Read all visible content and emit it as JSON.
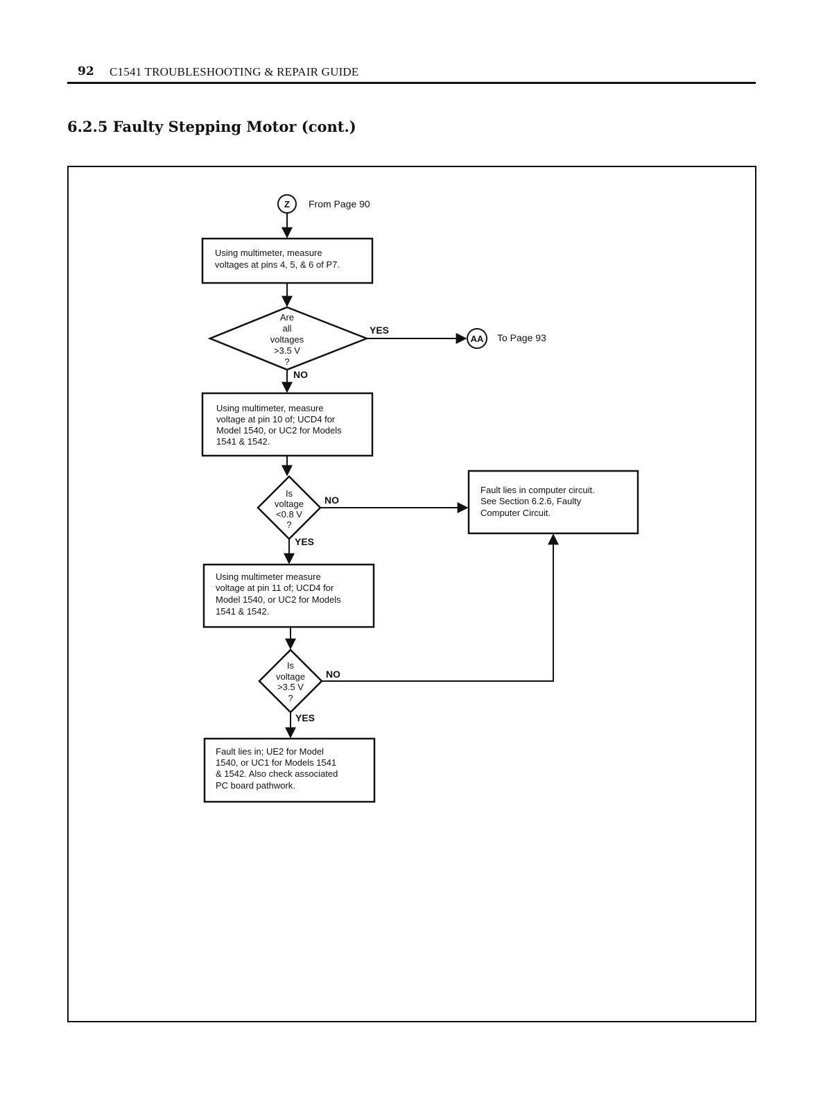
{
  "header": {
    "page_number": "92",
    "running_title": "C1541 TROUBLESHOOTING & REPAIR GUIDE"
  },
  "section_title": "6.2.5 Faulty Stepping Motor (cont.)",
  "flowchart": {
    "start_connector": {
      "symbol": "Z",
      "label": "From Page 90"
    },
    "step1": {
      "lines": [
        "Using multimeter, measure",
        "voltages at pins 4, 5, & 6 of P7."
      ]
    },
    "decision1": {
      "lines": [
        "Are",
        "all",
        "voltages",
        ">3.5 V",
        "?"
      ],
      "yes_label": "YES",
      "no_label": "NO"
    },
    "end_connector": {
      "symbol": "AA",
      "label": "To Page 93"
    },
    "step2": {
      "lines": [
        "Using multimeter, measure",
        "voltage at pin 10 of; UCD4 for",
        "Model 1540, or UC2 for Models",
        "1541 & 1542."
      ]
    },
    "decision2": {
      "lines": [
        "Is",
        "voltage",
        "<0.8 V",
        "?"
      ],
      "yes_label": "YES",
      "no_label": "NO"
    },
    "fault_computer": {
      "lines": [
        "Fault lies in computer circuit.",
        "See Section 6.2.6, Faulty",
        "Computer Circuit."
      ]
    },
    "step3": {
      "lines": [
        "Using multimeter measure",
        "voltage at pin 11 of; UCD4 for",
        "Model 1540, or UC2 for Models",
        "1541 & 1542."
      ]
    },
    "decision3": {
      "lines": [
        "Is",
        "voltage",
        ">3.5 V",
        "?"
      ],
      "yes_label": "YES",
      "no_label": "NO"
    },
    "fault_ue2": {
      "lines": [
        "Fault lies in; UE2 for Model",
        "1540, or UC1 for Models 1541",
        "& 1542. Also check associated",
        "PC board pathwork."
      ]
    }
  }
}
